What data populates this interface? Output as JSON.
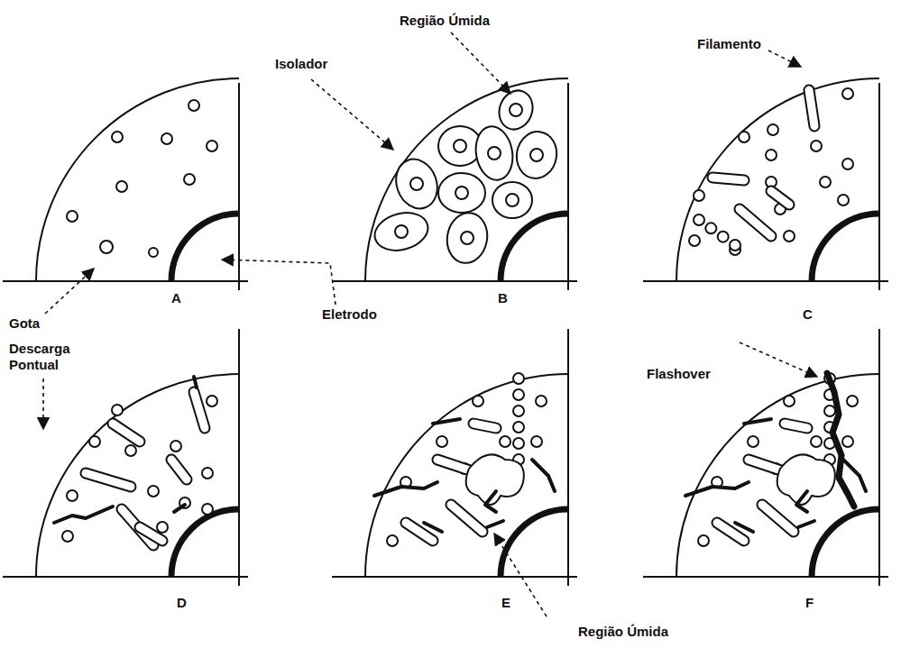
{
  "diagram": {
    "labels": [
      "Região Úmida",
      "Isolador",
      "Filamento",
      "A",
      "Eletrodo",
      "B",
      "C",
      "Gota",
      "Descarga Pontual",
      "Flashover",
      "D",
      "E",
      "F",
      "Região Úmida"
    ]
  }
}
